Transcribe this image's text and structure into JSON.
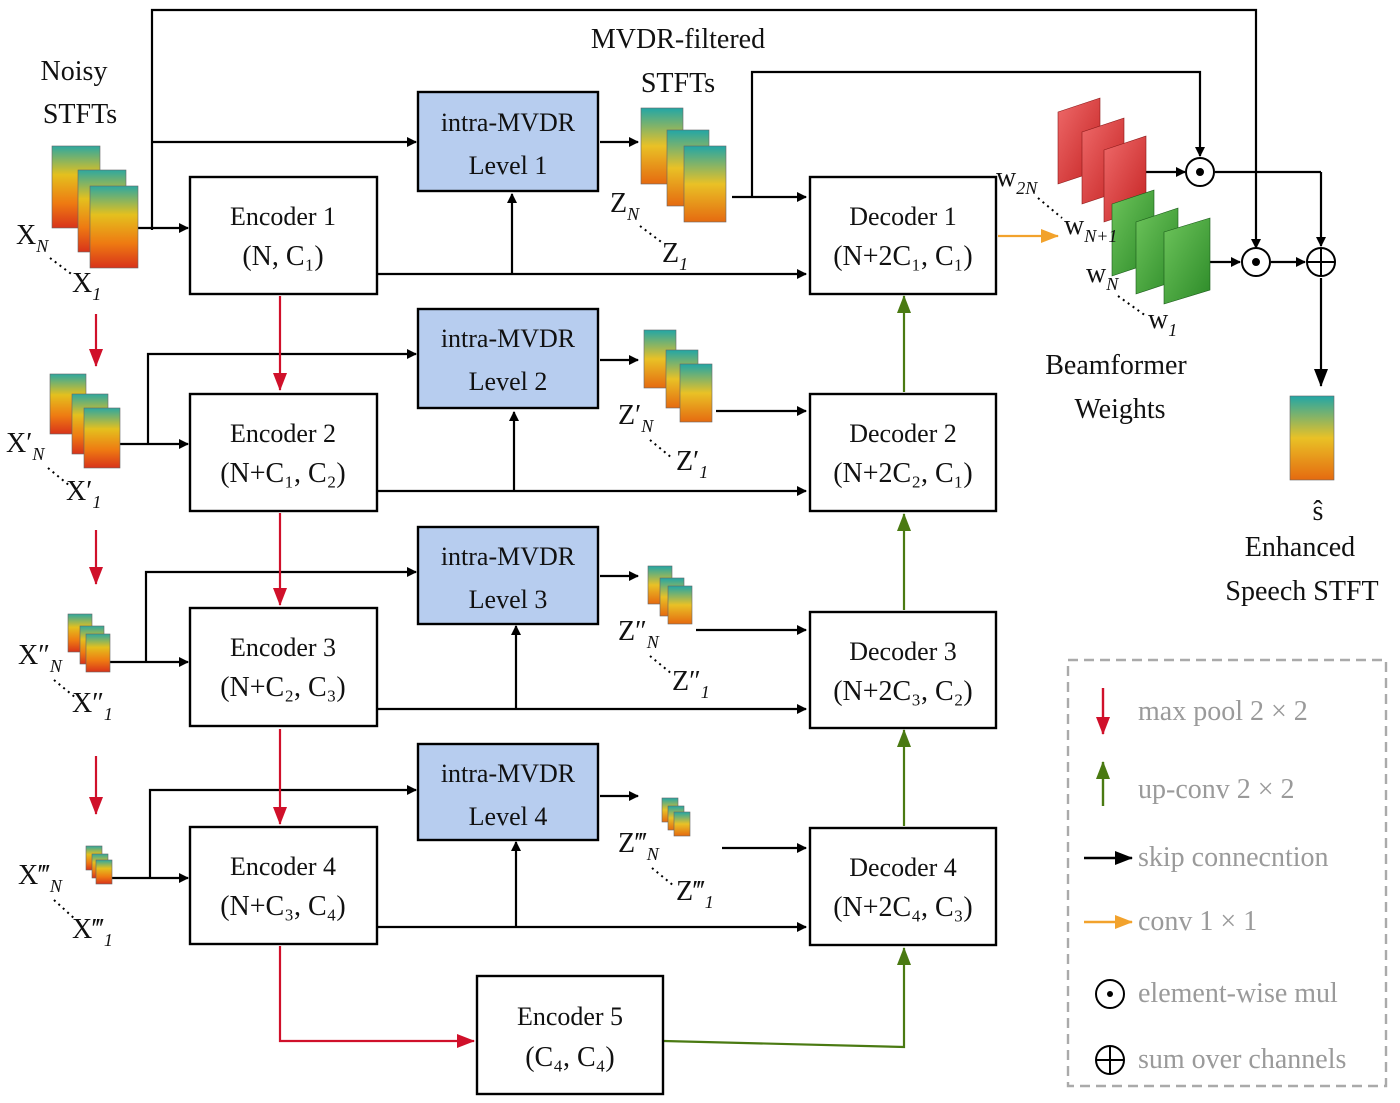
{
  "colors": {
    "red_arrow": "#d0102a",
    "green_arrow": "#4a7a12",
    "orange_arrow": "#f2a22c",
    "mvdr_fill": "#b7cdef",
    "legend_text": "#9a9a9a",
    "legend_border": "#aaaaaa"
  },
  "labels": {
    "noisy_stfts": [
      "Noisy",
      "STFTs"
    ],
    "mvdr_filtered": [
      "MVDR-filtered",
      "STFTs"
    ],
    "beamformer_weights": [
      "Beamformer",
      "Weights"
    ],
    "enhanced": [
      "Enhanced",
      "Speech STFT"
    ]
  },
  "encoders": [
    {
      "name": "Encoder 1",
      "dims": "(N, C₁)"
    },
    {
      "name": "Encoder 2",
      "dims": "(N+C₁, C₂)"
    },
    {
      "name": "Encoder 3",
      "dims": "(N+C₂, C₃)"
    },
    {
      "name": "Encoder 4",
      "dims": "(N+C₃, C₄)"
    },
    {
      "name": "Encoder 5",
      "dims": "(C₄, C₄)"
    }
  ],
  "decoders": [
    {
      "name": "Decoder 1",
      "dims": "(N+2C₁, C₁)"
    },
    {
      "name": "Decoder 2",
      "dims": "(N+2C₂, C₁)"
    },
    {
      "name": "Decoder 3",
      "dims": "(N+2C₃, C₂)"
    },
    {
      "name": "Decoder 4",
      "dims": "(N+2C₄, C₃)"
    }
  ],
  "mvdr_blocks": [
    {
      "line1": "intra-MVDR",
      "line2": "Level 1"
    },
    {
      "line1": "intra-MVDR",
      "line2": "Level 2"
    },
    {
      "line1": "intra-MVDR",
      "line2": "Level 3"
    },
    {
      "line1": "intra-MVDR",
      "line2": "Level 4"
    }
  ],
  "inputs": [
    {
      "top": "X_N",
      "bottom": "X_1"
    },
    {
      "top": "X′_N",
      "bottom": "X′_1"
    },
    {
      "top": "X″_N",
      "bottom": "X″_1"
    },
    {
      "top": "X‴_N",
      "bottom": "X‴_1"
    }
  ],
  "filtered": [
    {
      "top": "Z_N",
      "bottom": "Z_1"
    },
    {
      "top": "Z′_N",
      "bottom": "Z′_1"
    },
    {
      "top": "Z″_N",
      "bottom": "Z″_1"
    },
    {
      "top": "Z‴_N",
      "bottom": "Z‴_1"
    }
  ],
  "weights": {
    "w2n": "w_2N",
    "wn1": "w_N+1",
    "wn": "w_N",
    "w1": "w_1"
  },
  "output_symbol": "ŝ",
  "legend": [
    {
      "icon": "red-arrow",
      "text": "max pool 2 × 2"
    },
    {
      "icon": "green-arrow",
      "text": "up-conv 2 × 2"
    },
    {
      "icon": "black-arrow",
      "text": "skip connecntion"
    },
    {
      "icon": "orange-arrow",
      "text": "conv 1 × 1"
    },
    {
      "icon": "odot",
      "text": "element-wise mul"
    },
    {
      "icon": "oplus",
      "text": "sum over channels"
    }
  ]
}
